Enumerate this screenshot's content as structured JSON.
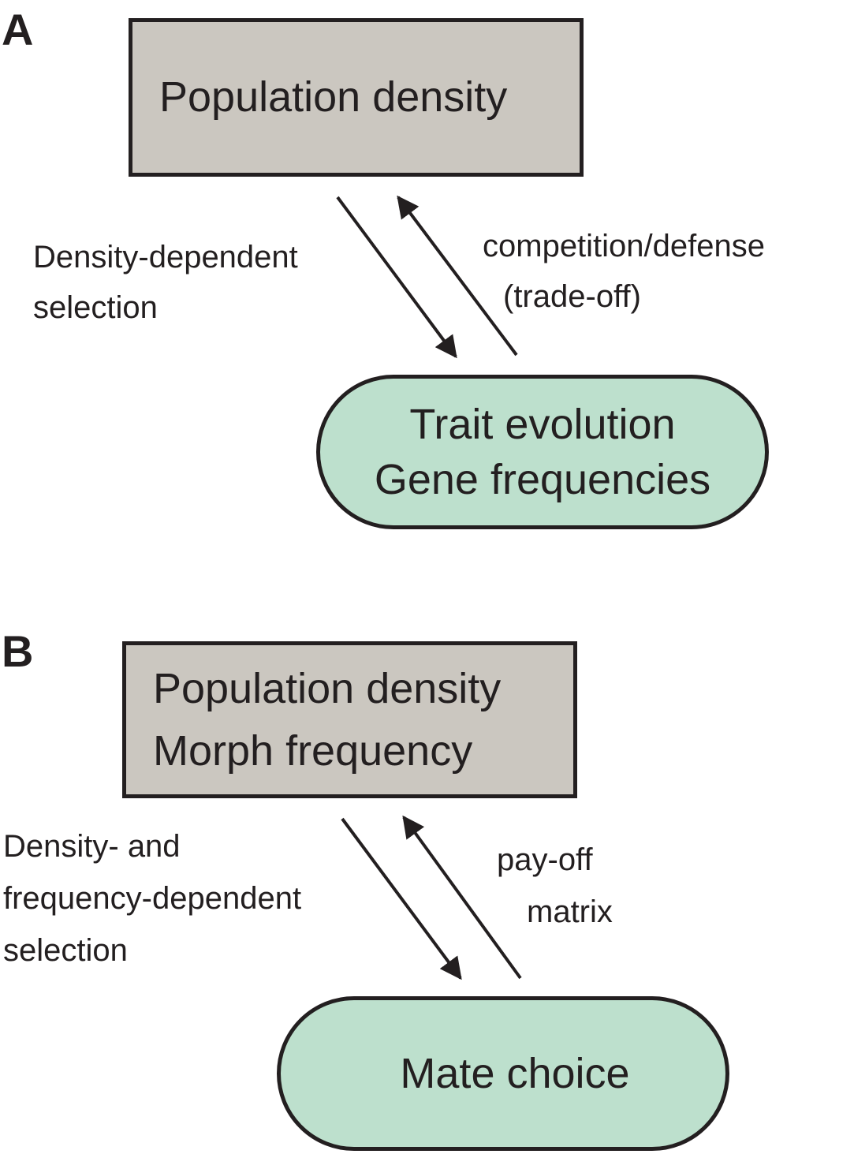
{
  "panel_a": {
    "letter": "A",
    "top_box": {
      "line1": "Population density"
    },
    "bottom_pill": {
      "line1": "Trait evolution",
      "line2": "Gene frequencies"
    },
    "left_label": {
      "line1": "Density-dependent",
      "line2": "selection"
    },
    "right_label": {
      "line1": "competition/defense",
      "line2": "(trade-off)"
    }
  },
  "panel_b": {
    "letter": "B",
    "top_box": {
      "line1": "Population density",
      "line2": "Morph frequency"
    },
    "bottom_pill": {
      "line1": "Mate choice"
    },
    "left_label": {
      "line1": "Density- and",
      "line2": "frequency-dependent",
      "line3": "selection"
    },
    "right_label": {
      "line1": "pay-off",
      "line2": "matrix"
    }
  },
  "colors": {
    "box_fill": "#cbc7c0",
    "pill_fill": "#bde0cd",
    "stroke": "#231f20"
  }
}
